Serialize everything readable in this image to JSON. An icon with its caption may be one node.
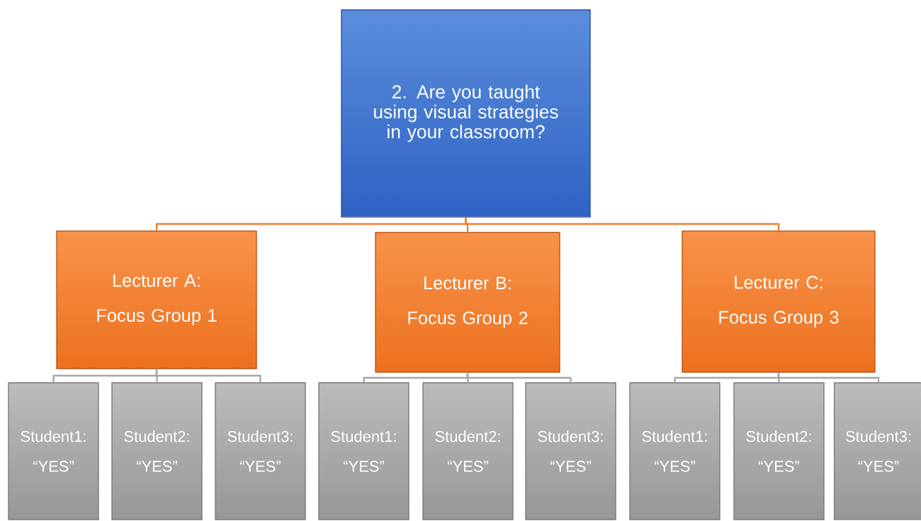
{
  "diagram": {
    "nodes": [
      {
        "text": [
          "2. Are you taught using visual strategies in your classroom?"
        ]
      },
      {
        "text": [
          "Lecturer A: Focus Group 1"
        ]
      },
      {
        "text": [
          "Lecturer B: Focus Group 2"
        ]
      },
      {
        "text": [
          "Lecturer C: Focus Group 3"
        ]
      },
      {
        "text": [
          "Student1: “YES”"
        ]
      },
      {
        "text": [
          "Student2: “YES”"
        ]
      },
      {
        "text": [
          "Student3: “YES”"
        ]
      },
      {
        "text": [
          "Student1: “YES”"
        ]
      },
      {
        "text": [
          "Student2: “YES”"
        ]
      },
      {
        "text": [
          "Student3: “YES”"
        ]
      },
      {
        "text": [
          "Student1: “YES”"
        ]
      },
      {
        "text": [
          "Student2: “YES”"
        ]
      },
      {
        "text": [
          "Student3: “YES”"
        ]
      }
    ],
    "edges": [
      {
        "from": 0,
        "to": 1,
        "arrow": "none",
        "color": "#ed7d31"
      },
      {
        "from": 0,
        "to": 2,
        "arrow": "none",
        "color": "#ed7d31"
      },
      {
        "from": 0,
        "to": 3,
        "arrow": "none",
        "color": "#ed7d31"
      },
      {
        "from": 1,
        "to": 4,
        "arrow": "none"
      },
      {
        "from": 1,
        "to": 5,
        "arrow": "none"
      },
      {
        "from": 1,
        "to": 6,
        "arrow": "none"
      },
      {
        "from": 2,
        "to": 7,
        "arrow": "none"
      },
      {
        "from": 2,
        "to": 8,
        "arrow": "none"
      },
      {
        "from": 2,
        "to": 9,
        "arrow": "none"
      },
      {
        "from": 3,
        "to": 10,
        "arrow": "none"
      },
      {
        "from": 3,
        "to": 11,
        "arrow": "none"
      },
      {
        "from": 3,
        "to": 12,
        "arrow": "none"
      }
    ]
  }
}
